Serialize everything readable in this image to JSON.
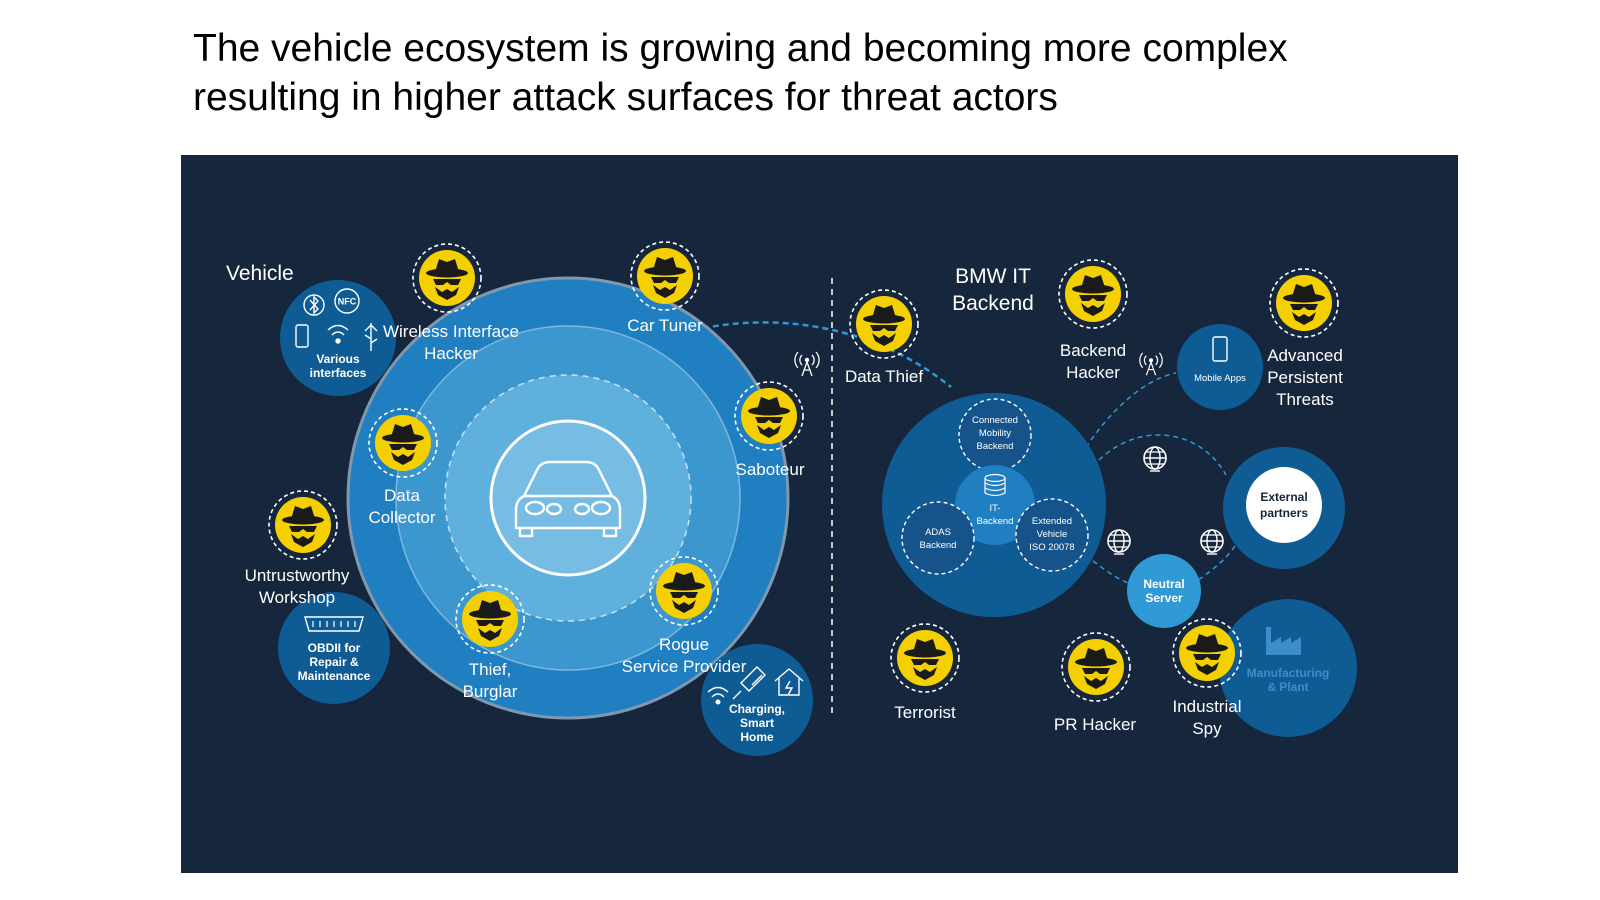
{
  "title": {
    "line1": "The vehicle ecosystem is growing and becoming more complex",
    "line2": "resulting in higher attack surfaces for threat actors"
  },
  "colors": {
    "panel": "#15263d",
    "outer_ring": "#1f7fc1",
    "middle_ring": "#3c97cf",
    "inner_ring": "#5fb0dc",
    "node_dark": "#0f5c95",
    "hacker_yellow": "#f5d000",
    "accent_light": "#2f9ad6"
  },
  "sections": {
    "vehicle": "Vehicle",
    "backend_line1": "BMW IT",
    "backend_line2": "Backend"
  },
  "vehicle_nodes": {
    "interfaces": {
      "label1": "Various",
      "label2": "interfaces",
      "nfc": "NFC"
    },
    "obd": {
      "label1": "OBDII for",
      "label2": "Repair &",
      "label3": "Maintenance"
    },
    "charging": {
      "label1": "Charging,",
      "label2": "Smart",
      "label3": "Home"
    }
  },
  "backend_nodes": {
    "connected": {
      "label1": "Connected",
      "label2": "Mobility",
      "label3": "Backend"
    },
    "it": {
      "label1": "IT-",
      "label2": "Backend"
    },
    "adas": {
      "label1": "ADAS",
      "label2": "Backend"
    },
    "extended": {
      "label1": "Extended",
      "label2": "Vehicle",
      "label3": "ISO 20078"
    },
    "mobile_apps": "Mobile Apps",
    "external": {
      "label1": "External",
      "label2": "partners"
    },
    "neutral": {
      "label1": "Neutral",
      "label2": "Server"
    },
    "manufacturing": {
      "label1": "Manufacturing",
      "label2": "& Plant"
    }
  },
  "actors": {
    "wireless": {
      "line1": "Wireless Interface",
      "line2": "Hacker"
    },
    "car_tuner": {
      "line1": "Car Tuner"
    },
    "saboteur": {
      "line1": "Saboteur"
    },
    "data_collector": {
      "line1": "Data",
      "line2": "Collector"
    },
    "workshop": {
      "line1": "Untrustworthy",
      "line2": "Workshop"
    },
    "thief": {
      "line1": "Thief,",
      "line2": "Burglar"
    },
    "rogue": {
      "line1": "Rogue",
      "line2": "Service Provider"
    },
    "data_thief": {
      "line1": "Data Thief"
    },
    "backend_hacker": {
      "line1": "Backend",
      "line2": "Hacker"
    },
    "apt": {
      "line1": "Advanced",
      "line2": "Persistent",
      "line3": "Threats"
    },
    "terrorist": {
      "line1": "Terrorist"
    },
    "pr_hacker": {
      "line1": "PR Hacker"
    },
    "spy": {
      "line1": "Industrial",
      "line2": "Spy"
    }
  }
}
